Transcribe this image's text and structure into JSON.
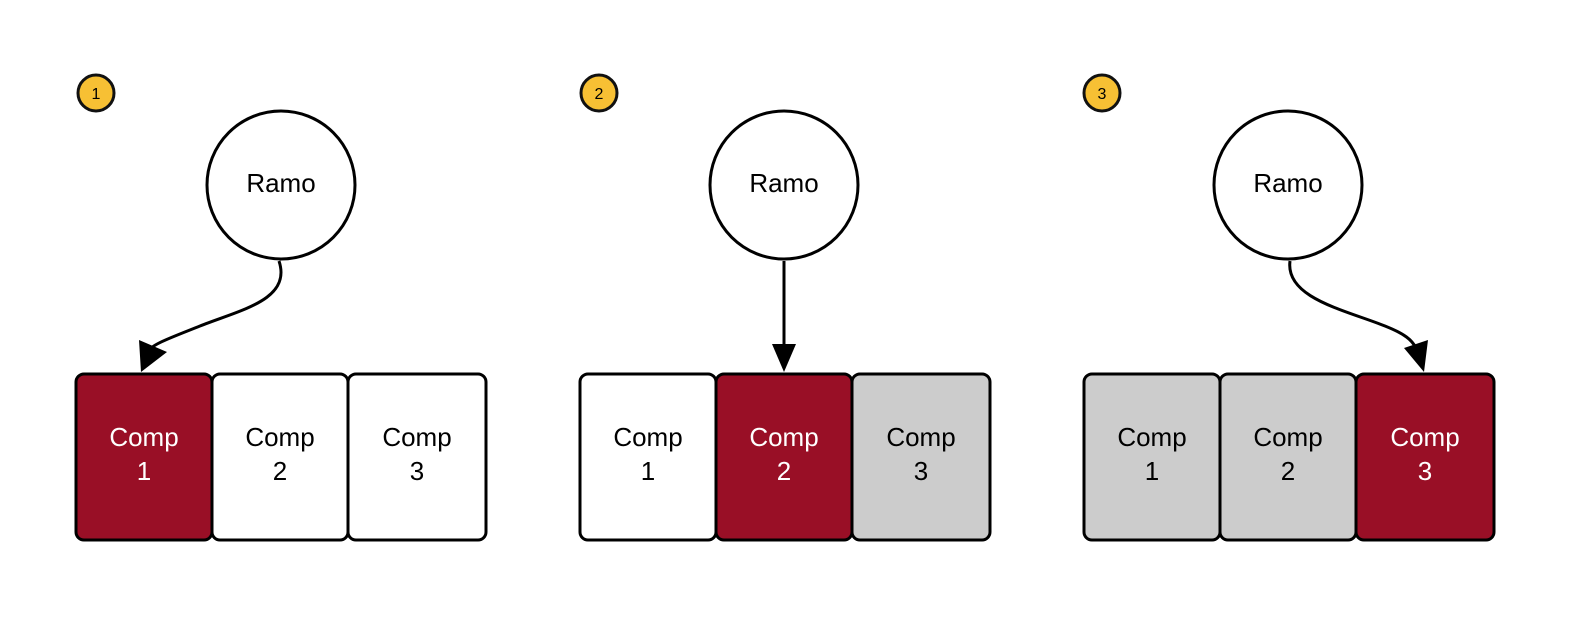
{
  "colors": {
    "selected": "#990f26",
    "default": "#ffffff",
    "inactive": "#cccccc",
    "badge": "#f7c034",
    "text_dark": "#000000",
    "text_light": "#ffffff"
  },
  "panels": [
    {
      "step": "1",
      "node_label": "Ramo",
      "target_index": 0,
      "cells": [
        {
          "line1": "Comp",
          "line2": "1",
          "state": "selected"
        },
        {
          "line1": "Comp",
          "line2": "2",
          "state": "default"
        },
        {
          "line1": "Comp",
          "line2": "3",
          "state": "default"
        }
      ]
    },
    {
      "step": "2",
      "node_label": "Ramo",
      "target_index": 1,
      "cells": [
        {
          "line1": "Comp",
          "line2": "1",
          "state": "default"
        },
        {
          "line1": "Comp",
          "line2": "2",
          "state": "selected"
        },
        {
          "line1": "Comp",
          "line2": "3",
          "state": "inactive"
        }
      ]
    },
    {
      "step": "3",
      "node_label": "Ramo",
      "target_index": 2,
      "cells": [
        {
          "line1": "Comp",
          "line2": "1",
          "state": "inactive"
        },
        {
          "line1": "Comp",
          "line2": "2",
          "state": "inactive"
        },
        {
          "line1": "Comp",
          "line2": "3",
          "state": "selected"
        }
      ]
    }
  ]
}
